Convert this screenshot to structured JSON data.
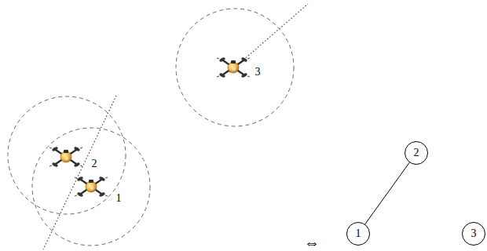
{
  "diagram": {
    "nodes": [
      {
        "text": [
          "2"
        ]
      },
      {
        "text": [
          "1"
        ]
      },
      {
        "text": [
          "3"
        ]
      }
    ],
    "edges": [
      {
        "from": 1,
        "to": 0,
        "arrow": "none"
      }
    ],
    "labels": [
      "3",
      "2",
      "1",
      "⇔"
    ]
  }
}
